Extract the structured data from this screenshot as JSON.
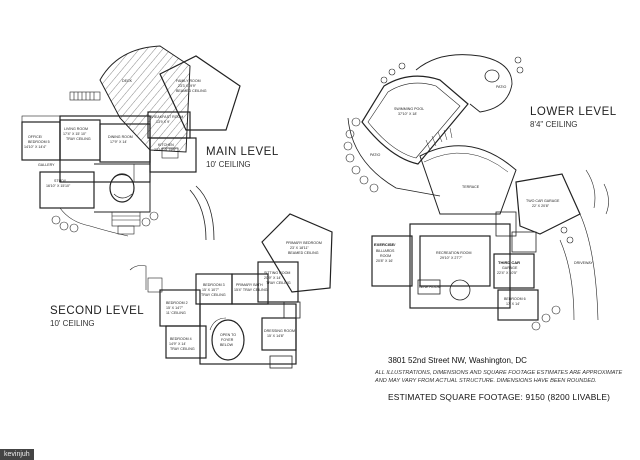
{
  "levels": {
    "main": {
      "name": "MAIN LEVEL",
      "ceiling": "10' CEILING"
    },
    "second": {
      "name": "SECOND LEVEL",
      "ceiling": "10' CEILING"
    },
    "lower": {
      "name": "LOWER LEVEL",
      "ceiling": "8'4\" CEILING"
    }
  },
  "rooms": {
    "deck": "DECK",
    "family_room": [
      "FAMILY ROOM",
      "23'3 X19'9\"",
      "BEAMED CEILING"
    ],
    "breakfast_room": [
      "BREAKFAST ROOM",
      "13'9 X 9'"
    ],
    "living_room": [
      "LIVING ROOM",
      "17'4\" X 15' 10\"",
      "TRAY CEILING"
    ],
    "dining_room": [
      "DINING ROOM",
      "17'9\" X 14'"
    ],
    "office": [
      "OFFICE/",
      "BEDROOM 5",
      "14'10\" X 14'4\""
    ],
    "gallery": "GALLERY",
    "study": [
      "STUDY",
      "16'10\" X 15'10\""
    ],
    "kitchen": [
      "KITCHEN",
      "22'10\" X 15'9\""
    ],
    "primary_bedroom": [
      "PRIMARY BEDROOM",
      "23' X 18'11\"",
      "BEAMED CEILING"
    ],
    "sitting_room": [
      "SITTING ROOM",
      "20'9\" X 14'",
      "TRAY CEILING"
    ],
    "primary_bath": [
      "PRIMARY BATH",
      "15'4\" TRAY CEILING"
    ],
    "bedroom3": [
      "BEDROOM 3",
      "15' X 10'7\"",
      "TRAY CEILING"
    ],
    "bedroom2": [
      "BEDROOM 2",
      "15' X 14'7\"",
      "11' CEILING"
    ],
    "bedroom4": [
      "BEDROOM 4",
      "14'9\" X 14'",
      "TRAY CEILING"
    ],
    "open_foyer": [
      "OPEN TO",
      "FOYER",
      "BELOW"
    ],
    "dressing_room": [
      "DRESSING ROOM",
      "15' X 14'8\""
    ],
    "swimming_pool": [
      "SWIMMING POOL",
      "37'10\" X 18'"
    ],
    "patio_left": "PATIO",
    "patio_right": "PATIO",
    "terrace": "TERRACE",
    "two_car_garage": [
      "TWO CAR GARAGE",
      "22' X 20'8\""
    ],
    "exercise": [
      "EXERCISE/",
      "BILLIARDS",
      "ROOM",
      "20'8\" X 16'"
    ],
    "recreation_room": [
      "RECREATION ROOM",
      "29'10\" X 27'7\""
    ],
    "third_car": [
      "THIRD CAR",
      "GARAGE",
      "22'4\" X 10'5\""
    ],
    "bedroom6": [
      "BEDROOM 6",
      "17' X 14'"
    ],
    "wine_room": "WINE ROOM",
    "driveway": "DRIVEWAY"
  },
  "address": "3801 52nd Street NW, Washington, DC",
  "disclaimer": "ALL ILLUSTRATIONS, DIMENSIONS AND SQUARE FOOTAGE ESTIMATES ARE APPROXIMATE AND MAY VARY FROM ACTUAL STRUCTURE. DIMENSIONS HAVE BEEN ROUNDED.",
  "square_footage": "ESTIMATED SQUARE FOOTAGE: 9150 (8200 LIVABLE)",
  "credit": "kevinjuh"
}
